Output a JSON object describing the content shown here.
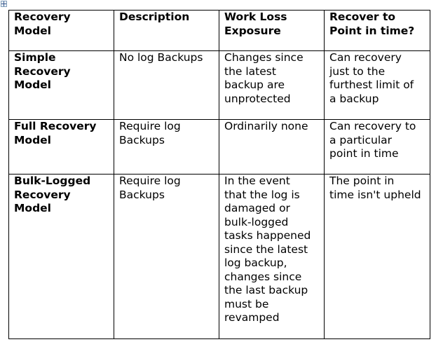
{
  "table": {
    "headers": [
      "Recovery\nModel",
      "Description",
      "Work Loss\nExposure",
      "Recover to\nPoint in time?"
    ],
    "rows": [
      {
        "model": "Simple\nRecovery\nModel",
        "description": "No log  Backups",
        "work_loss": "Changes since\nthe latest\nbackup are\nunprotected",
        "recover_point": "Can recovery\njust to the\nfurthest limit of\na backup"
      },
      {
        "model": "Full Recovery\nModel",
        "description": "Require log\nBackups",
        "work_loss": "Ordinarily none",
        "recover_point": "Can recovery to\na particular\npoint in time"
      },
      {
        "model": "Bulk-Logged\nRecovery\nModel",
        "description": "Require log\nBackups",
        "work_loss": "In the event\nthat the log is\ndamaged or\nbulk-logged\ntasks happened\nsince the latest\nlog backup,\nchanges since\nthe last backup\nmust be\nrevamped",
        "recover_point": "The point in\ntime isn't upheld"
      }
    ]
  }
}
